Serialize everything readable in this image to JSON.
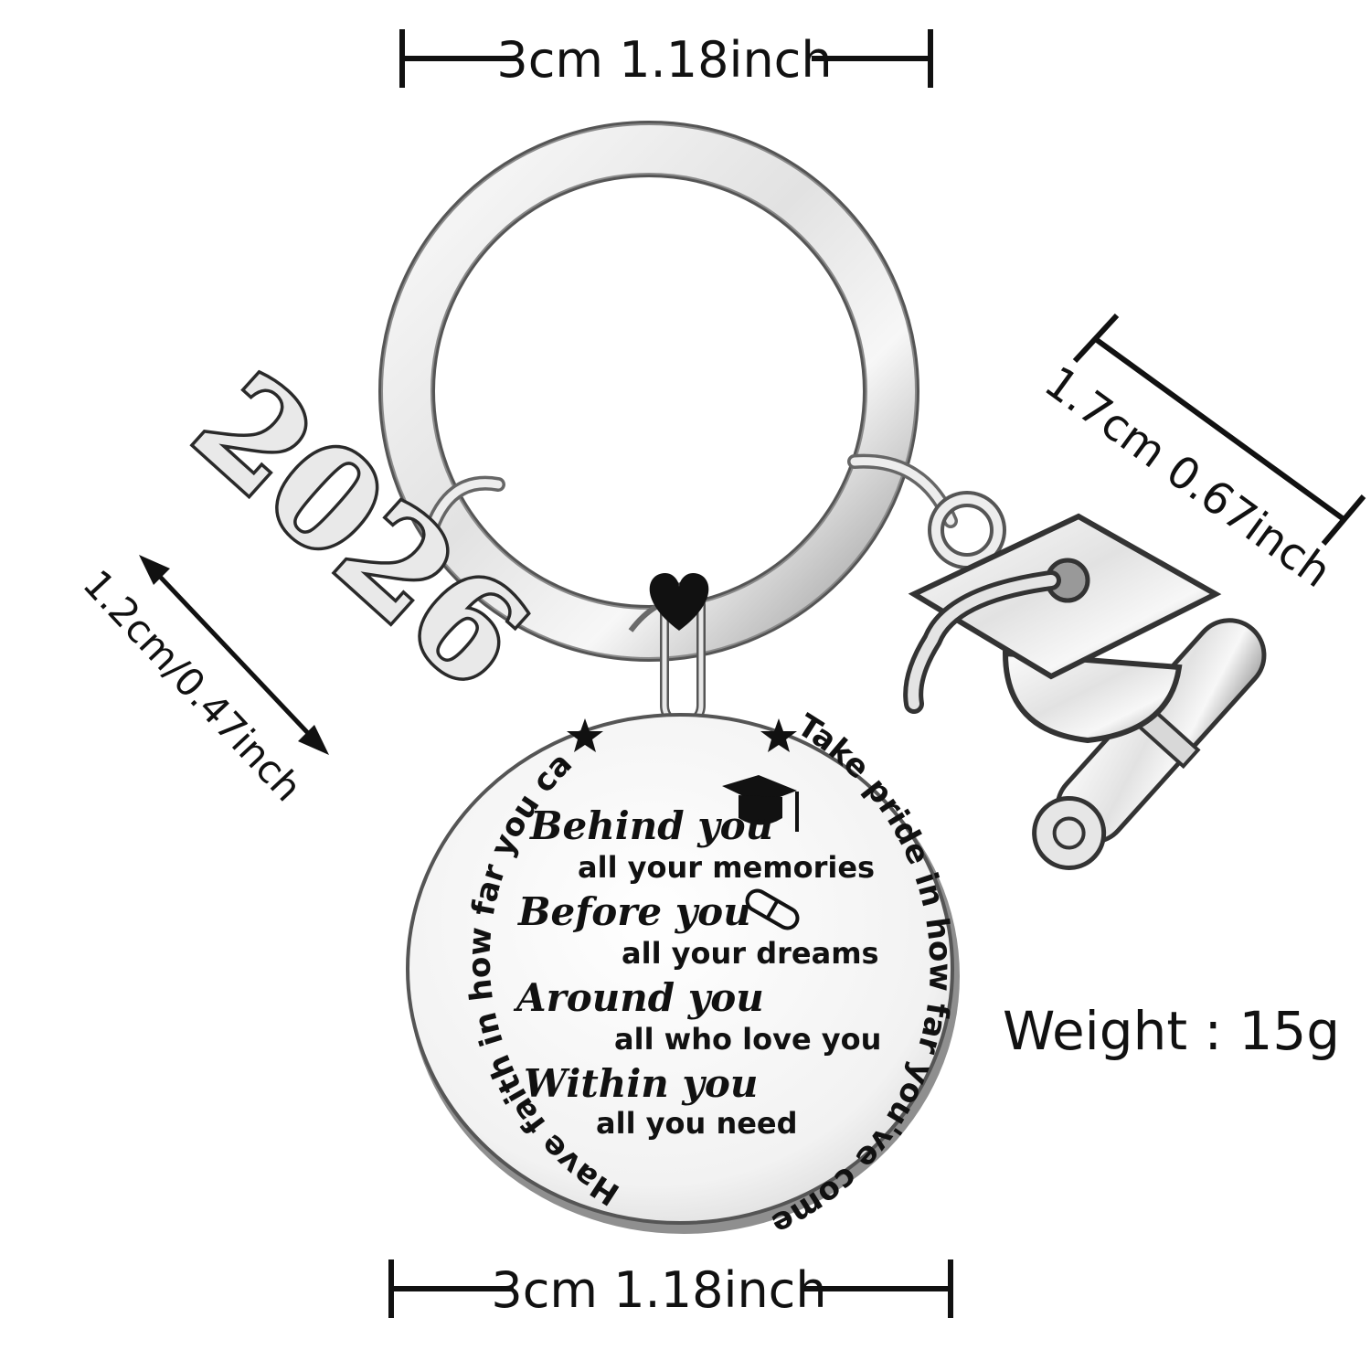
{
  "dimensions": {
    "top_width": "3cm 1.18inch",
    "bottom_width": "3cm 1.18inch",
    "cap_size": "1.7cm 0.67inch",
    "year_size": "1.2cm/0.47inch"
  },
  "weight": "Weight : 15g",
  "charm_year": "2026",
  "pendant": {
    "outer_top": "Take pride in how far you've come",
    "outer_left": "Have faith in how far you can go",
    "lines": [
      {
        "script": "Behind you",
        "plain": "all your memories"
      },
      {
        "script": "Before you",
        "plain": "all your dreams"
      },
      {
        "script": "Around you",
        "plain": "all who love you"
      },
      {
        "script": "Within you",
        "plain": "all you need"
      }
    ]
  },
  "colors": {
    "metal_light": "#f4f4f4",
    "metal_mid": "#cfcfcf",
    "metal_dark": "#7a7a7a",
    "ink": "#111111"
  },
  "icons": [
    "star-icon",
    "star-icon",
    "graduation-cap-icon",
    "diploma-scroll-icon",
    "heart-icon"
  ]
}
